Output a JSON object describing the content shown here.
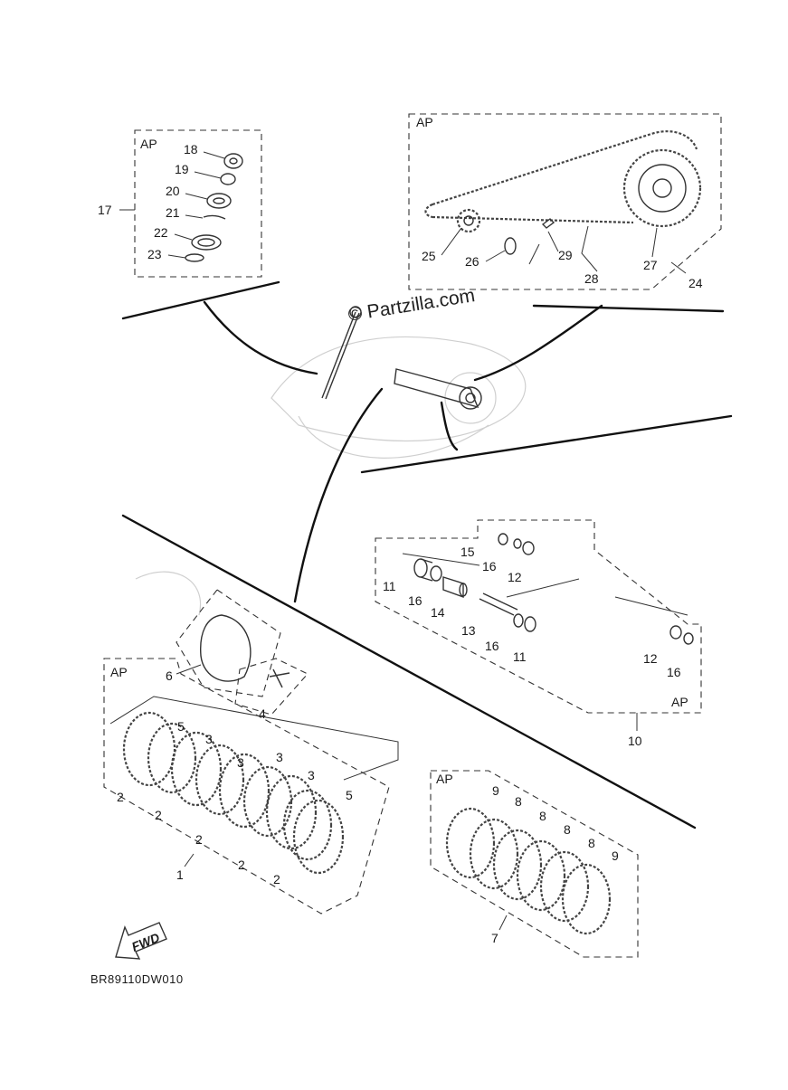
{
  "diagram_code": "BR89110DW010",
  "watermark": "© Partzilla.com",
  "assembly_label": "AP",
  "fwd_label": "FWD",
  "callouts": {
    "n1": "1",
    "n2": "2",
    "n3": "3",
    "n4": "4",
    "n5": "5",
    "n6": "6",
    "n7": "7",
    "n8": "8",
    "n9": "9",
    "n10": "10",
    "n11": "11",
    "n12": "12",
    "n13": "13",
    "n14": "14",
    "n15": "15",
    "n16": "16",
    "n17": "17",
    "n18": "18",
    "n19": "19",
    "n20": "20",
    "n21": "21",
    "n22": "22",
    "n23": "23",
    "n24": "24",
    "n25": "25",
    "n26": "26",
    "n27": "27",
    "n28": "28",
    "n29": "29"
  }
}
